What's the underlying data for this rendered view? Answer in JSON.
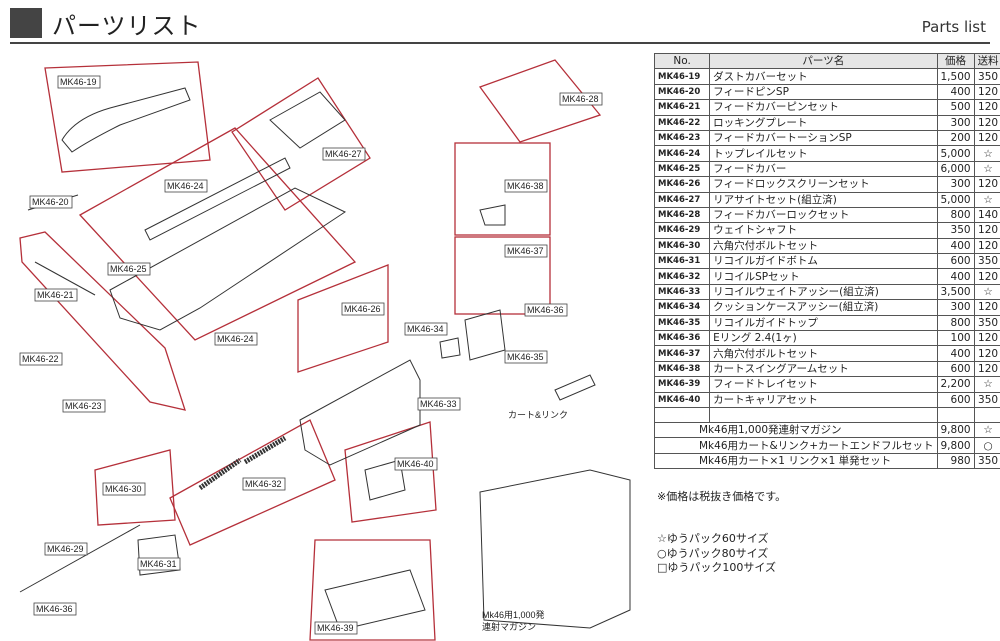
{
  "header": {
    "title": "パーツリスト",
    "subtitle_en": "Parts list"
  },
  "table": {
    "headers": [
      "No.",
      "パーツ名",
      "価格",
      "送料"
    ],
    "rows": [
      {
        "no": "MK46-19",
        "name": "ダストカバーセット",
        "price": "1,500",
        "ship": "350"
      },
      {
        "no": "MK46-20",
        "name": "フィードピンSP",
        "price": "400",
        "ship": "120"
      },
      {
        "no": "MK46-21",
        "name": "フィードカバーピンセット",
        "price": "500",
        "ship": "120"
      },
      {
        "no": "MK46-22",
        "name": "ロッキングプレート",
        "price": "300",
        "ship": "120"
      },
      {
        "no": "MK46-23",
        "name": "フィードカバートーションSP",
        "price": "200",
        "ship": "120"
      },
      {
        "no": "MK46-24",
        "name": "トップレイルセット",
        "price": "5,000",
        "ship": "☆"
      },
      {
        "no": "MK46-25",
        "name": "フィードカバー",
        "price": "6,000",
        "ship": "☆"
      },
      {
        "no": "MK46-26",
        "name": "フィードロックスクリーンセット",
        "price": "300",
        "ship": "120"
      },
      {
        "no": "MK46-27",
        "name": "リアサイトセット(組立済)",
        "price": "5,000",
        "ship": "☆"
      },
      {
        "no": "MK46-28",
        "name": "フィードカバーロックセット",
        "price": "800",
        "ship": "140"
      },
      {
        "no": "MK46-29",
        "name": "ウェイトシャフト",
        "price": "350",
        "ship": "120"
      },
      {
        "no": "MK46-30",
        "name": "六角穴付ボルトセット",
        "price": "400",
        "ship": "120"
      },
      {
        "no": "MK46-31",
        "name": "リコイルガイドボトム",
        "price": "600",
        "ship": "350"
      },
      {
        "no": "MK46-32",
        "name": "リコイルSPセット",
        "price": "400",
        "ship": "120"
      },
      {
        "no": "MK46-33",
        "name": "リコイルウェイトアッシー(組立済)",
        "price": "3,500",
        "ship": "☆"
      },
      {
        "no": "MK46-34",
        "name": "クッションケースアッシー(組立済)",
        "price": "300",
        "ship": "120"
      },
      {
        "no": "MK46-35",
        "name": "リコイルガイドトップ",
        "price": "800",
        "ship": "350"
      },
      {
        "no": "MK46-36",
        "name": "Eリング 2.4(1ヶ)",
        "price": "100",
        "ship": "120"
      },
      {
        "no": "MK46-37",
        "name": "六角穴付ボルトセット",
        "price": "400",
        "ship": "120"
      },
      {
        "no": "MK46-38",
        "name": "カートスイングアームセット",
        "price": "600",
        "ship": "120"
      },
      {
        "no": "MK46-39",
        "name": "フィードトレイセット",
        "price": "2,200",
        "ship": "☆"
      },
      {
        "no": "MK46-40",
        "name": "カートキャリアセット",
        "price": "600",
        "ship": "350"
      }
    ],
    "extra_rows": [
      {
        "name": "Mk46用1,000発連射マガジン",
        "price": "9,800",
        "ship": "☆"
      },
      {
        "name": "Mk46用カート&リンク+カートエンドフルセット",
        "price": "9,800",
        "ship": "○"
      },
      {
        "name": "Mk46用カート×1 リンク×1 単発セット",
        "price": "980",
        "ship": "350"
      }
    ]
  },
  "note": "※価格は税抜き価格です。",
  "legend": [
    "☆ゆうパック60サイズ",
    "○ゆうパック80サイズ",
    "□ゆうパック100サイズ"
  ],
  "diagram": {
    "labels": {
      "l19": "MK46-19",
      "l20": "MK46-20",
      "l21": "MK46-21",
      "l22": "MK46-22",
      "l23": "MK46-23",
      "l24a": "MK46-24",
      "l24b": "MK46-24",
      "l25": "MK46-25",
      "l26": "MK46-26",
      "l27": "MK46-27",
      "l28": "MK46-28",
      "l29": "MK46-29",
      "l30": "MK46-30",
      "l31": "MK46-31",
      "l32": "MK46-32",
      "l33": "MK46-33",
      "l34": "MK46-34",
      "l35": "MK46-35",
      "l36a": "MK46-36",
      "l36b": "MK46-36",
      "l37": "MK46-37",
      "l38": "MK46-38",
      "l39": "MK46-39",
      "l40": "MK46-40"
    },
    "cart_link": "カート&リンク",
    "magazine_caption_1": "Mk46用1,000発",
    "magazine_caption_2": "連射マガジン"
  },
  "colors": {
    "outline_red": "#b5303a",
    "ink": "#333333",
    "header_square": "#444444"
  }
}
